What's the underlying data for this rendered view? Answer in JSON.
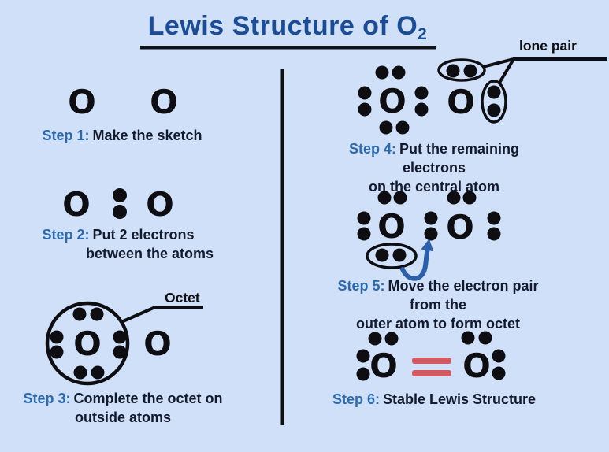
{
  "title": {
    "main": "Lewis Structure of O",
    "subscript": "2"
  },
  "labels": {
    "oxygen": "O",
    "octet": "Octet",
    "lone_pair": "lone pair"
  },
  "steps": [
    {
      "label": "Step 1:",
      "lines": [
        "Make the sketch"
      ]
    },
    {
      "label": "Step 2:",
      "lines": [
        "Put 2 electrons",
        "between the atoms"
      ]
    },
    {
      "label": "Step 3:",
      "lines": [
        "Complete the octet on",
        "outside atoms"
      ]
    },
    {
      "label": "Step 4:",
      "lines": [
        "Put the remaining electrons",
        "on the central atom"
      ]
    },
    {
      "label": "Step 5:",
      "lines": [
        "Move the electron pair from the",
        "outer atom to form octet"
      ]
    },
    {
      "label": "Step 6:",
      "lines": [
        "Stable Lewis Structure"
      ]
    }
  ],
  "colors": {
    "background": "#cfe0f8",
    "title_blue": "#1c4d94",
    "step_label_blue": "#2e6aab",
    "body_text": "#141a2e",
    "electron_black": "#0d0d12",
    "double_bond_red": "#d15a63",
    "arrow_blue": "#2c5fa8"
  }
}
